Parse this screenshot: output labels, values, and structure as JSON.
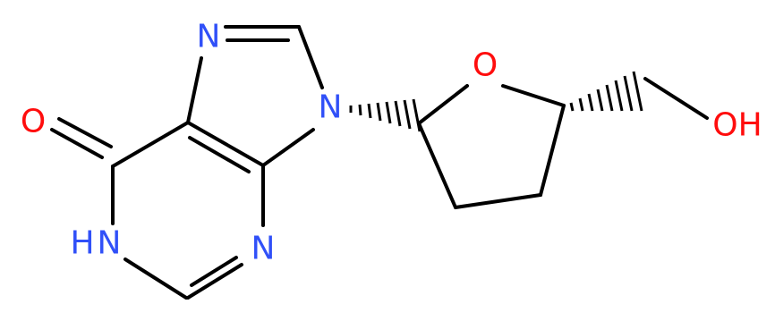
{
  "colors": {
    "background": "#ffffff",
    "bond": "#000000",
    "nitrogen": "#3050f8",
    "oxygen": "#ff0d0d"
  },
  "atoms": {
    "n_imidazole_top": "N",
    "n9": "N",
    "o_carbonyl": "O",
    "nh": "H",
    "nh_n": "N",
    "n_pyrimidine": "N",
    "o_ring": "O",
    "oh": "OH"
  }
}
